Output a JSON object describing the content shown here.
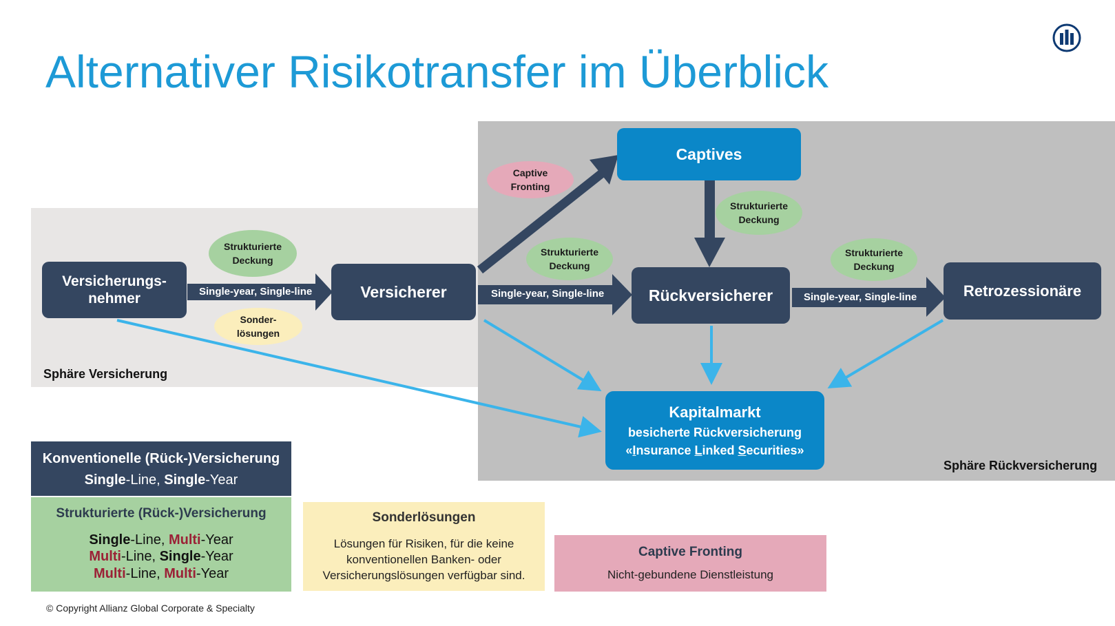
{
  "title": "Alternativer Risikotransfer im Überblick",
  "logo_icon": "allianz-logo-icon",
  "spheres": {
    "insurance": "Sphäre Versicherung",
    "reinsurance": "Sphäre Rückversicherung"
  },
  "nodes": {
    "policyholder_line1": "Versicherungs-",
    "policyholder_line2": "nehmer",
    "insurer": "Versicherer",
    "reinsurer": "Rückversicherer",
    "retro": "Retrozessionäre",
    "captives": "Captives",
    "capital_market_title": "Kapitalmarkt",
    "capital_market_sub1": "besicherte Rückversicherung"
  },
  "capital_market_ils": [
    {
      "text": "«",
      "u": false
    },
    {
      "text": "I",
      "u": true
    },
    {
      "text": "nsurance ",
      "u": false
    },
    {
      "text": "L",
      "u": true
    },
    {
      "text": "inked ",
      "u": false
    },
    {
      "text": "S",
      "u": true
    },
    {
      "text": "ecurities»",
      "u": false
    }
  ],
  "arrow_labels": {
    "a1": "Single-year, Single-line",
    "a2": "Single-year, Single-line",
    "a3": "Single-year, Single-line"
  },
  "bubbles": {
    "structured_line1": "Strukturierte",
    "structured_line2": "Deckung",
    "special_line1": "Sonder-",
    "special_line2": "lösungen",
    "fronting_line1": "Captive",
    "fronting_line2": "Fronting"
  },
  "legend": {
    "conventional": {
      "title": "Konventionelle (Rück-)Versicherung",
      "line": [
        {
          "text": "Single",
          "style": "b"
        },
        {
          "text": "-Line, ",
          "style": ""
        },
        {
          "text": "Single",
          "style": "b"
        },
        {
          "text": "-Year",
          "style": ""
        }
      ]
    },
    "structured": {
      "title": "Strukturierte (Rück-)Versicherung",
      "lines": [
        [
          {
            "text": "Single",
            "style": "b"
          },
          {
            "text": "-Line, ",
            "style": ""
          },
          {
            "text": "Multi",
            "style": "red"
          },
          {
            "text": "-Year",
            "style": ""
          }
        ],
        [
          {
            "text": "Multi",
            "style": "red"
          },
          {
            "text": "-Line, ",
            "style": ""
          },
          {
            "text": "Single",
            "style": "b"
          },
          {
            "text": "-Year",
            "style": ""
          }
        ],
        [
          {
            "text": "Multi",
            "style": "red"
          },
          {
            "text": "-Line, ",
            "style": ""
          },
          {
            "text": "Multi",
            "style": "red"
          },
          {
            "text": "-Year",
            "style": ""
          }
        ]
      ]
    },
    "special": {
      "title": "Sonderlösungen",
      "line1": "Lösungen für Risiken, für die keine",
      "line2": "konventionellen Banken- oder",
      "line3": "Versicherungslösungen verfügbar sind."
    },
    "fronting": {
      "title": "Captive Fronting",
      "text": "Nicht-gebundene Dienstleistung"
    }
  },
  "copyright": "© Copyright Allianz Global Corporate & Specialty",
  "colors": {
    "title": "#1d9ad6",
    "navy": "#344660",
    "blue": "#0b87c8",
    "light_blue_arrow": "#3bb4ea",
    "green": "#a6d1a0",
    "yellow": "#fbeebc",
    "pink": "#e5a9b9",
    "multi_red": "#9b2136"
  }
}
